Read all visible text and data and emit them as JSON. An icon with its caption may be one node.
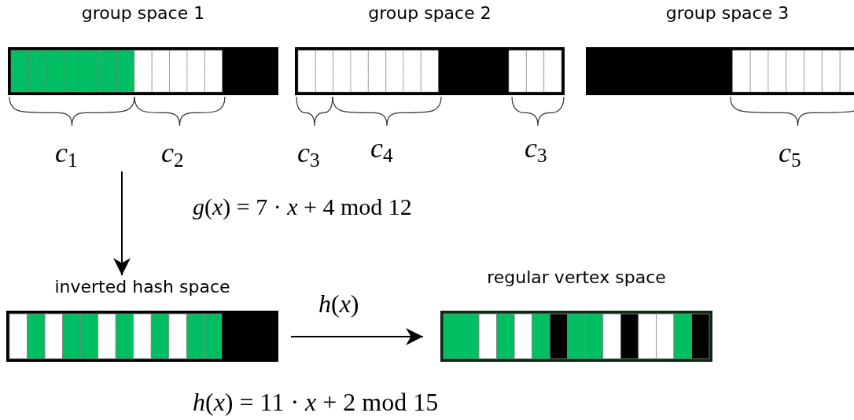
{
  "diagram": {
    "nodes": [
      {
        "text": [
          "group space 1"
        ]
      },
      {
        "text": [
          "group space 2"
        ]
      },
      {
        "text": [
          "group space 3"
        ]
      },
      {
        "text": [
          "inverted hash space"
        ]
      },
      {
        "text": [
          "regular vertex space"
        ]
      }
    ],
    "edges": [
      {
        "from": 0,
        "to": 3,
        "arrow": "to",
        "label": "*g*(*x*) = 7 · *x* + 4 mod 12"
      },
      {
        "from": 3,
        "to": 4,
        "arrow": "to",
        "label": "*h*(*x*)"
      }
    ],
    "labels": [
      "*c*$_{1}$",
      "*c*$_{2}$",
      "*c*$_{3}$",
      "*c*$_{4}$",
      "*c*$_{3}$",
      "*c*$_{5}$",
      "*h*(*x*) = 11 · *x* + 2 mod 15"
    ]
  }
}
